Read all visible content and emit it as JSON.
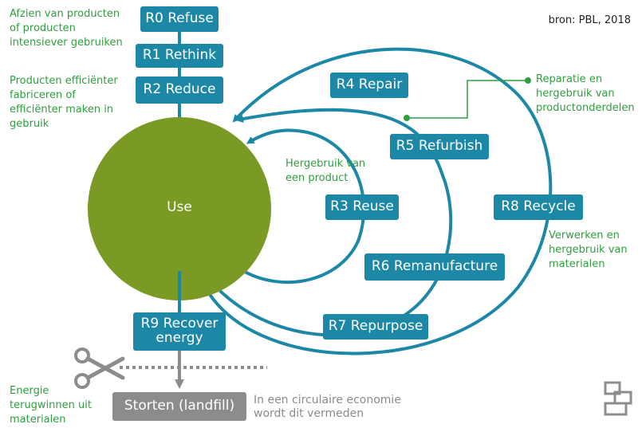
{
  "source": "bron: PBL, 2018",
  "center_label": "Use",
  "boxes": {
    "r0": "R0 Refuse",
    "r1": "R1 Rethink",
    "r2": "R2 Reduce",
    "r3": "R3 Reuse",
    "r4": "R4 Repair",
    "r5": "R5 Refurbish",
    "r6": "R6 Remanufacture",
    "r7": "R7 Repurpose",
    "r8": "R8 Recycle",
    "r9_line1": "R9 Recover",
    "r9_line2": "energy",
    "landfill": "Storten (landfill)"
  },
  "annotations": {
    "refuse": [
      "Afzien van producten",
      "of producten",
      "intensiever gebruiken"
    ],
    "reduce": [
      "Producten efficiënter",
      "fabriceren of",
      "efficiënter maken in",
      "gebruik"
    ],
    "reuse": [
      "Hergebruik  van",
      "een product"
    ],
    "repair": [
      "Reparatie en",
      "hergebruik van",
      "productonderdelen"
    ],
    "recycle": [
      "Verwerken en",
      "hergebruik van",
      "materialen"
    ],
    "energy": [
      "Energie",
      "terugwinnen uit",
      "materialen"
    ],
    "circular": [
      "In een circulaire economie",
      "wordt dit vermeden"
    ]
  },
  "colors": {
    "teal": "#1c88a6",
    "olive": "#7a9a25",
    "green_text": "#2e9e3f",
    "grey": "#8c8c8c"
  },
  "icons": [
    "scissors-icon",
    "cbs-logo-icon"
  ]
}
